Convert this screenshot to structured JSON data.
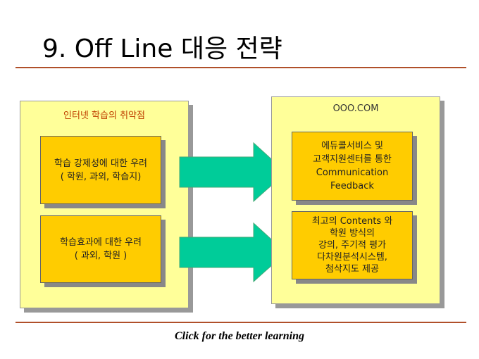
{
  "title": "9. Off Line 대응 전략",
  "left_panel": {
    "heading": "인터넷 학습의 취약점",
    "cards": [
      {
        "text": "학습 강제성에 대한 우려\n( 학원, 과외, 학습지)"
      },
      {
        "text": "학습효과에 대한 우려\n( 과외, 학원 )"
      }
    ]
  },
  "right_panel": {
    "heading": "OOO.COM",
    "cards": [
      {
        "text": "에듀콜서비스 및\n고객지원센터를 통한\nCommunication\nFeedback"
      },
      {
        "text": "최고의 Contents 와\n학원 방식의\n강의, 주기적 평가\n다차원분석시스템,\n첨삭지도 제공"
      }
    ]
  },
  "footer": "Click for the better learning",
  "colors": {
    "panel": "#ffff99",
    "card": "#ffcc00",
    "arrow": "#00cc99",
    "rule": "#b0502a",
    "left_heading": "#c04000"
  }
}
